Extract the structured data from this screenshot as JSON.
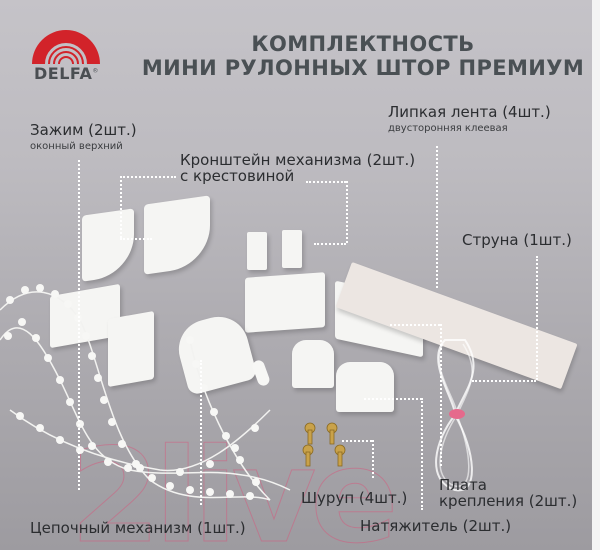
{
  "brand": {
    "name": "DELFA",
    "registered_mark": "®",
    "logo_color": "#d2232a"
  },
  "title": {
    "line1": "КОМПЛЕКТНОСТЬ",
    "line2": "МИНИ РУЛОННЫХ ШТОР ПРЕМИУМ"
  },
  "labels": {
    "clamp": {
      "name": "Зажим  (2шт.)",
      "sub": "оконный верхний"
    },
    "bracket": {
      "line1": "Кронштейн механизма (2шт.)",
      "line2": "с крестовиной"
    },
    "tape": {
      "name": "Липкая лента (4шт.)",
      "sub": "двусторонняя клеевая"
    },
    "string": {
      "name": "Струна (1шт.)"
    },
    "chain": {
      "name": "Цепочный механизм (1шт.)"
    },
    "screw": {
      "name": "Шуруп (4шт.)"
    },
    "tensioner": {
      "name": "Натяжитель  (2шт.)"
    },
    "plate": {
      "line1": "Плата",
      "line2": "крепления (2шт.)"
    }
  },
  "watermark": "2live"
}
